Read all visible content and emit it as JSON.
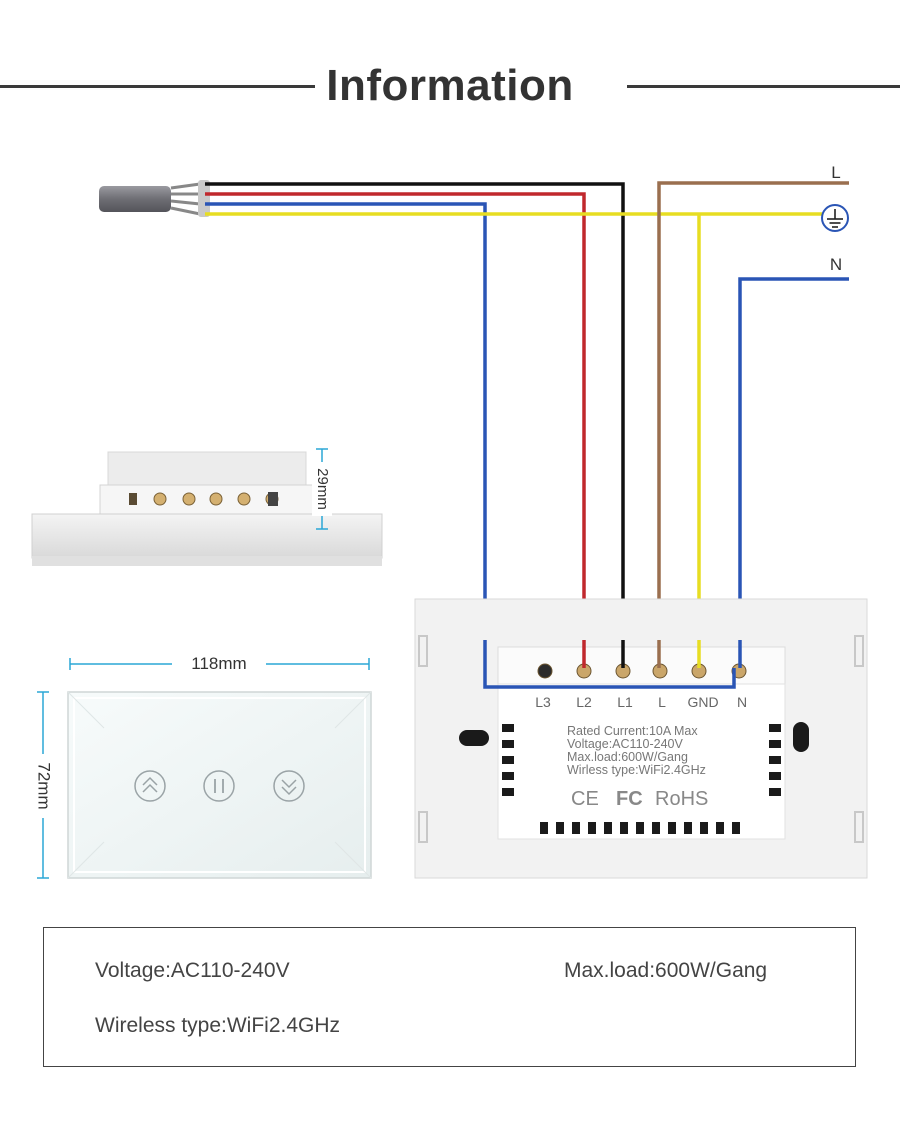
{
  "header": {
    "title": "Information"
  },
  "wiring": {
    "line_labels": {
      "live": "L",
      "neutral": "N"
    },
    "terminals": [
      "L3",
      "L2",
      "L1",
      "L",
      "GND",
      "N"
    ],
    "wire_colors": {
      "black": "#111111",
      "red": "#c0282d",
      "blue": "#2a55b5",
      "yellow": "#e7dd22",
      "brown": "#9a6f4f"
    },
    "ground_symbol": "earth-ground-icon"
  },
  "dimensions": {
    "depth": "29mm",
    "width": "118mm",
    "height": "72mm"
  },
  "back_label": {
    "lines": [
      "Rated Current:10A Max",
      "Voltage:AC110-240V",
      "Max.load:600W/Gang",
      "Wirless type:WiFi2.4GHz"
    ],
    "marks": [
      "CE",
      "FC",
      "RoHS"
    ]
  },
  "front_panel": {
    "buttons": [
      "up-chevrons-icon",
      "pause-icon",
      "down-chevrons-icon"
    ]
  },
  "specs": {
    "voltage": "Voltage:AC110-240V",
    "max_load": "Max.load:600W/Gang",
    "wireless": "Wireless type:WiFi2.4GHz"
  }
}
